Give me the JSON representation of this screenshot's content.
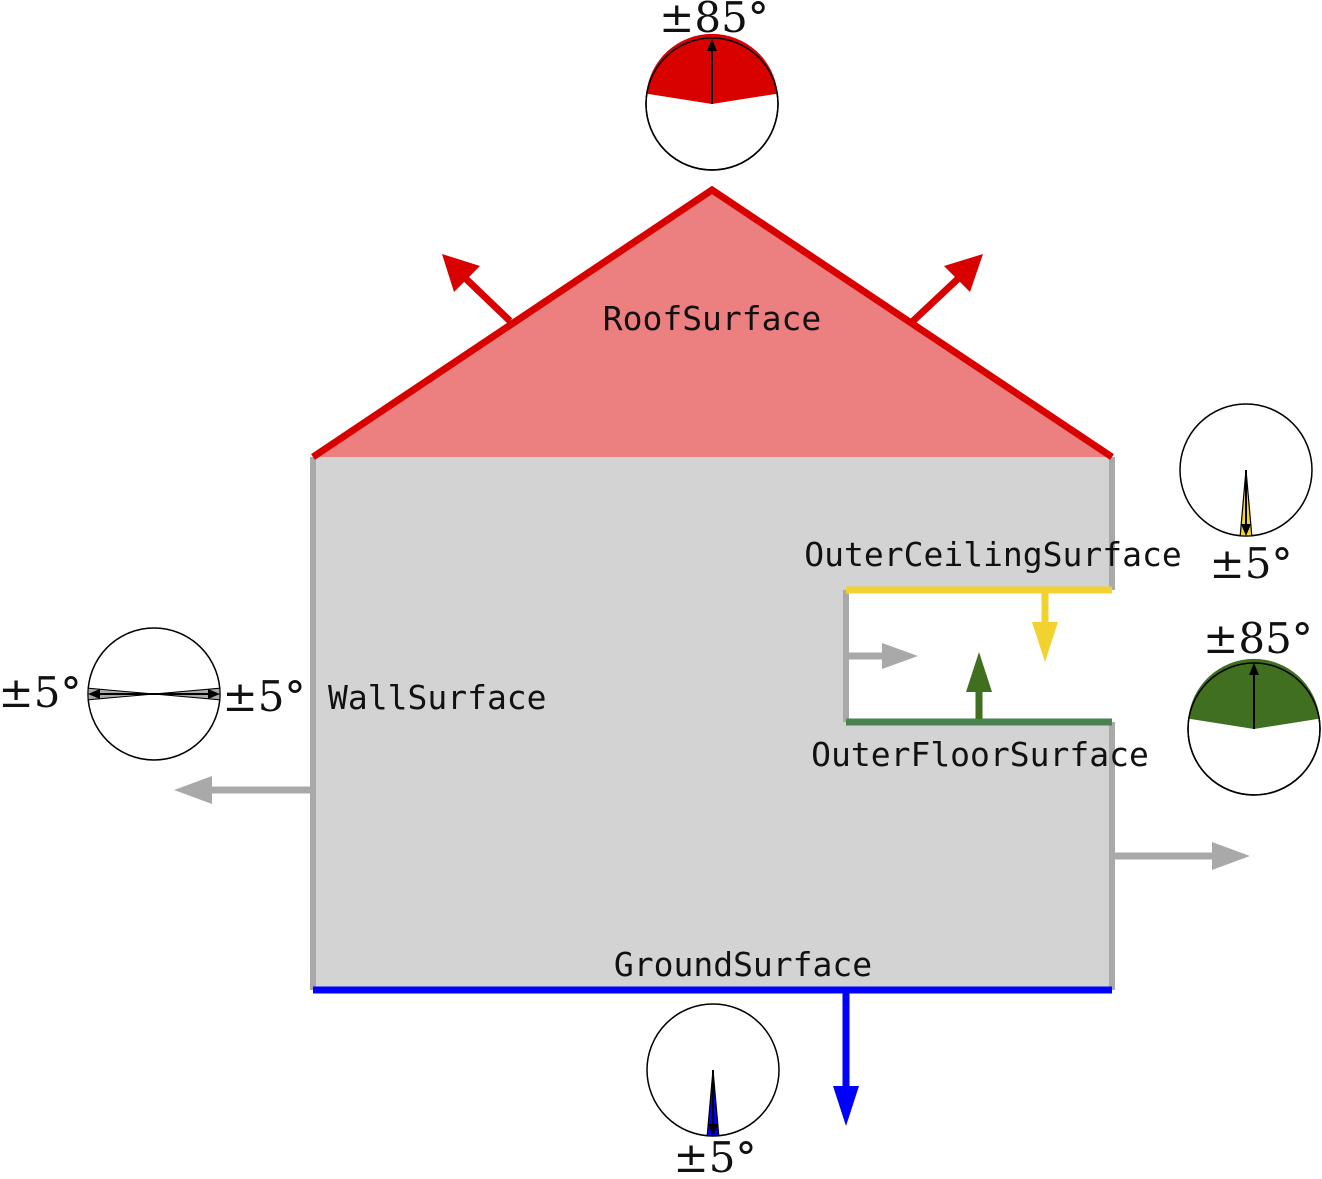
{
  "surfaces": {
    "roof": {
      "label": "RoofSurface",
      "color": "#d90000",
      "fill": "#ec7f7f",
      "tolerance": "±85°"
    },
    "wall": {
      "label": "WallSurface",
      "color": "#a9a9a9",
      "fill": "#d3d3d3",
      "tolerance_left": "±5°",
      "tolerance_right": "±5°"
    },
    "ground": {
      "label": "GroundSurface",
      "color": "#0000ff",
      "tolerance": "±5°"
    },
    "outer_ceiling": {
      "label": "OuterCeilingSurface",
      "color": "#f2d22e",
      "tolerance": "±5°"
    },
    "outer_floor": {
      "label": "OuterFloorSurface",
      "color": "#3f6f1f",
      "line_color": "#4c8250",
      "tolerance": "±85°"
    }
  }
}
